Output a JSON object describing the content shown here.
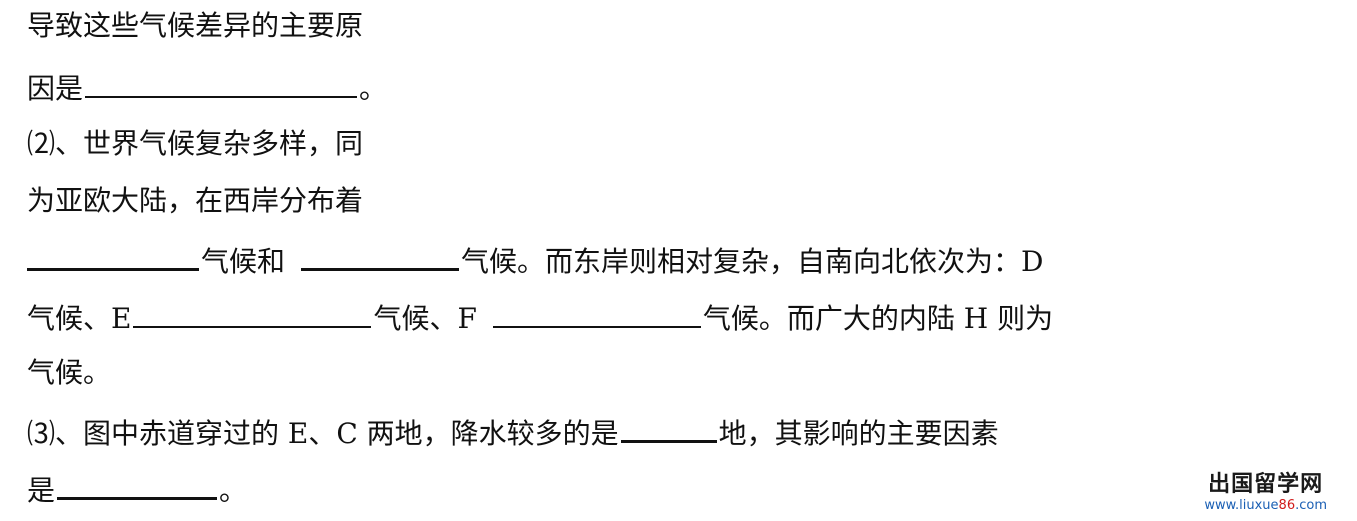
{
  "lines": {
    "l1": "导致这些气候差异的主要原",
    "l2a": "因是",
    "l2b": "。",
    "l3": "⑵、世界气候复杂多样，同",
    "l4": "为亚欧大陆，在西岸分布着",
    "l5a": "气候和",
    "l5b": "气候。而东岸则相对复杂，自南向北依次为：D",
    "l6a": "气候、E",
    "l6b": "气候、F",
    "l6c": "气候。而广大的内陆 H 则为",
    "l7": "气候。",
    "l8a": "⑶、图中赤道穿过的 E、C 两地，降水较多的是",
    "l8b": "地，其影响的主要因素",
    "l9a": "是",
    "l9b": "。"
  },
  "watermark": {
    "title": "出国留学网",
    "url_prefix": "www.liuxue",
    "url_number": "86",
    "url_suffix": ".com"
  }
}
